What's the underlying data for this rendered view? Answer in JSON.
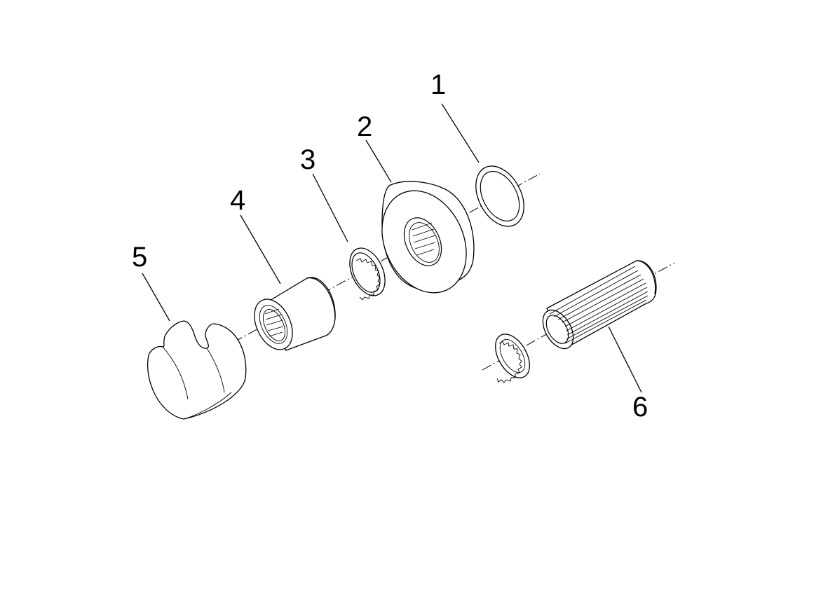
{
  "labels": {
    "part1": "1",
    "part2": "2",
    "part3": "3",
    "part4": "4",
    "part5": "5",
    "part6": "6"
  },
  "colors": {
    "line": "#000000",
    "background": "#ffffff"
  }
}
